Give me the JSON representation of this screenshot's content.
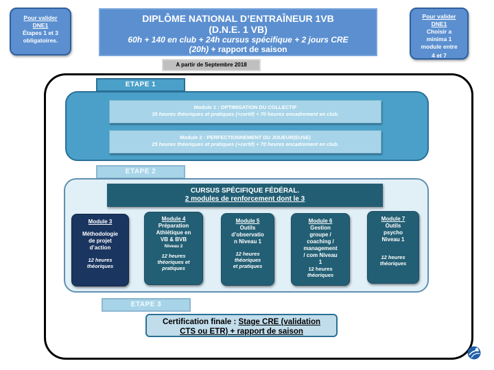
{
  "left_note": {
    "title": "Pour valider",
    "link": "DNE1",
    "line1": "Étapes 1 et 3",
    "line2": "obligatoires."
  },
  "right_note": {
    "title": "Pour valider",
    "link": "DNE1",
    "line1": "Choisir a",
    "line2": "minima 1",
    "line3": "module entre",
    "line4": "4 et 7"
  },
  "header": {
    "line1": "DIPLÔME  NATIONAL D’ENTRAÎNEUR 1VB",
    "line2": "(D.N.E. 1 VB)",
    "line3": "60h  + 140 en club + 24h cursus spécifique + 2 jours CRE",
    "line4_italic": "(20h)",
    "line4_rest": " + rapport  de saison",
    "date_label": "A partir de Septembre 2018"
  },
  "etape1": {
    "label": "ETAPE 1",
    "modules": [
      {
        "title": "Module 1 : OPTIMISATION DU COLLECTIF",
        "desc": "35 heures théoriques  et pratiques (+certif) + 70 heures encadrement en club."
      },
      {
        "title": "Module  2 : PERFECTIONNEMENT DU JOUEUR(EUSE)",
        "desc": "25  heures théoriques et pratiques (+certif) + 70 heures encadrement en club."
      }
    ]
  },
  "etape2": {
    "label": "ETAPE 2",
    "cursus_title": "CURSUS SPÉCIFIQUE FÉDÉRAL.",
    "cursus_subtitle": "2 modules de renforcement dont le 3",
    "modules": [
      {
        "num": "Module  3",
        "lines": [
          "Méthodologie",
          "de projet",
          "d’action"
        ],
        "level": "",
        "hours": [
          "12 heures",
          "théoriques"
        ]
      },
      {
        "num": "Module  4",
        "lines": [
          "Préparation",
          "Athlétique en",
          "VB & BVB"
        ],
        "level": "Niveau 2",
        "hours": [
          "12 heures",
          "théoriques et",
          "pratiques"
        ]
      },
      {
        "num": "Module 5",
        "lines": [
          "Outils",
          "d’observatio",
          "n Niveau 1"
        ],
        "level": "",
        "hours": [
          "12 heures",
          "théoriques",
          "et pratiques"
        ]
      },
      {
        "num": "Module 6",
        "lines": [
          "Gestion",
          "groupe /",
          "coaching /",
          "management",
          "/ com Niveau",
          "1"
        ],
        "level": "",
        "hours": [
          "12 heures",
          "théoriques"
        ]
      },
      {
        "num": "Module  7",
        "lines": [
          "Outils",
          "psycho",
          "Niveau 1"
        ],
        "level": "",
        "hours": [
          "12 heures",
          "théoriques"
        ]
      }
    ]
  },
  "etape3": {
    "label": "ETAPE 3",
    "cert_prefix": "Certification finale :  ",
    "cert_underlined": "Stage CRE (validation",
    "cert_line2": "CTS ou ETR) + rapport de saison"
  },
  "colors": {
    "header_blue": "#5b8fd0",
    "etape_blue": "#4aa0c8",
    "light_blue": "#a7d4e8",
    "module_teal": "#235f74",
    "module_navy": "#1a3560"
  },
  "icons": {
    "logo": "volleyball-logo-icon"
  }
}
